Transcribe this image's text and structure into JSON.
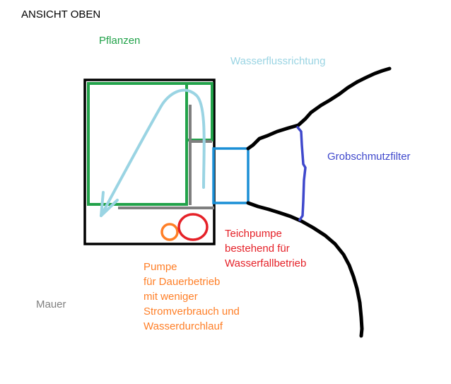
{
  "labels": {
    "view_title": "ANSICHT OBEN",
    "plants": "Pflanzen",
    "flow_direction": "Wasserflussrichtung",
    "coarse_filter": "Grobschmutzfilter",
    "pond_pump": "Teichpumpe\nbestehend für\nWasserfallbetrieb",
    "continuous_pump": "Pumpe\nfür Dauerbetrieb\nmit weniger\nStromverbrauch und\nWasserdurchlauf",
    "wall": "Mauer"
  },
  "colors": {
    "outline": "#000000",
    "plants": "#22a24a",
    "flow": "#9ad4e3",
    "filter": "#3f48cc",
    "pond_pump": "#e52128",
    "continuous_pump": "#ff7f27",
    "wall": "#7f7f7f",
    "pipe": "#1b8fd6"
  }
}
